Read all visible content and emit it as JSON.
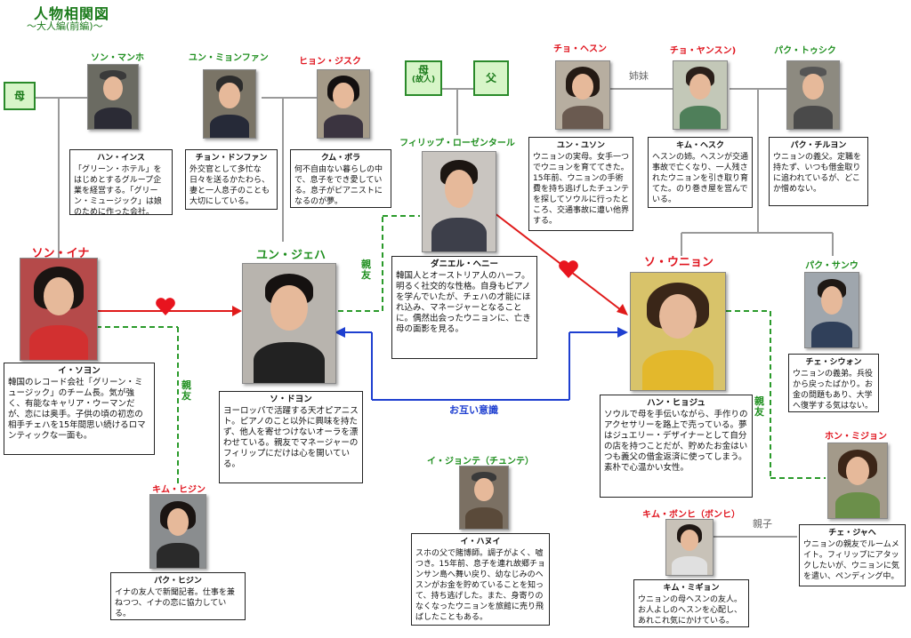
{
  "header": {
    "title": "人物相関図",
    "subtitle": "～大人編(前編)～"
  },
  "tags": {
    "mother_left": "母",
    "mother_dead": "母",
    "mother_dead_note": "(故人)",
    "father": "父"
  },
  "relations": {
    "sisters": "姉妹",
    "best_friend_1": "親友",
    "best_friend_2": "親友",
    "best_friend_3": "親友",
    "mutual": "お互い意識",
    "parent_child": "親子"
  },
  "colors": {
    "friend_line": "#2a9a2a",
    "love_line": "#e01a1a",
    "mutual_line": "#1e3fd0",
    "family_line": "#999999"
  },
  "people": {
    "son_manho": {
      "role": "ソン・マンホ",
      "actor": "ハン・インス",
      "desc": "「グリーン・ホテル」をはじめとするグループ企業を経営する。「グリーン・ミュージック」は娘のために作った会社。"
    },
    "yun_myonfan": {
      "role": "ユン・ミョンファン",
      "actor": "チョン・ドンファン",
      "desc": "外交官として多忙な日々を送るかたわら、妻と一人息子のことも大切にしている。"
    },
    "hyon_jisuku": {
      "role": "ヒョン・ジスク",
      "actor": "クム・ボラ",
      "desc": "何不自由ない暮らしの中で、息子をでき愛している。息子がピアニストになるのが夢。"
    },
    "philip": {
      "role": "フィリップ・ローゼンタール",
      "actor": "ダニエル・ヘニー",
      "desc": "韓国人とオーストリア人のハーフ。明るく社交的な性格。自身もピアノを学んでいたが、チェハの才能にほれ込み、マネージャーとなることに。偶然出会ったウニョンに、亡き母の面影を見る。"
    },
    "cho_hesun": {
      "role": "チョ・ヘスン",
      "actor": "ユン・ユソン",
      "desc": "ウニョンの実母。女手一つでウニョンを育ててきた。15年前、ウニョンの手術費を持ち逃げしたチュンテを探してソウルに行ったところ、交通事故に遭い他界する。"
    },
    "cho_yansun": {
      "role": "チョ・ヤンスン)",
      "actor": "キム・ヘスク",
      "desc": "ヘスンの姉。ヘスンが交通事故で亡くなり、一人残されたウニョンを引き取り育てた。のり巻き屋を営んでいる。"
    },
    "paku_toshiku": {
      "role": "パク・トゥシク",
      "actor": "パク・チルヨン",
      "desc": "ウニョンの義父。定職を持たず、いつも借金取りに追われているが、どこか憎めない。"
    },
    "son_ina": {
      "role": "ソン・イナ",
      "actor": "イ・ソヨン",
      "desc": "韓国のレコード会社「グリーン・ミュージック」のチーム長。気が強く、有能なキャリア・ウーマンだが、恋には奥手。子供の頃の初恋の相手チェハを15年間思い続けるロマンティックな一面も。"
    },
    "yun_jeha": {
      "role": "ユン・ジェハ",
      "actor": "ソ・ドヨン",
      "desc": "ヨーロッパで活躍する天才ピアニスト。ピアノのこと以外に興味を持たず、他人を寄せつけないオーラを漂わせている。親友でマネージャーのフィリップにだけは心を開いている。"
    },
    "so_unyon": {
      "role": "ソ・ウニョン",
      "actor": "ハン・ヒョジュ",
      "desc": "ソウルで母を手伝いながら、手作りのアクセサリーを路上で売っている。夢はジュエリー・デザイナーとして自分の店を持つことだが、貯めたお金はいつも義父の借金返済に使ってしまう。素朴で心温かい女性。"
    },
    "paku_sanun": {
      "role": "パク・サンウ",
      "actor": "チェ・シウォン",
      "desc": "ウニョンの義弟。兵役から戻ったばかり。お金の問題もあり、大学へ復学する気はない。"
    },
    "hon_mijon": {
      "role": "ホン・ミジョン",
      "actor": "チェ・ジャヘ",
      "desc": "ウニョンの親友でルームメイト。フィリップにアタックしたいが、ウニョンに気を遣い、ペンディング中。"
    },
    "kim_hijin": {
      "role": "キム・ヒジン",
      "actor": "パク・ヒジン",
      "desc": "イナの友人で新聞記者。仕事を兼ねつつ、イナの恋に協力している。"
    },
    "i_jonte": {
      "role": "イ・ジョンテ（チュンテ）",
      "actor": "イ・ハヌイ",
      "desc": "スホの父で賭博師。調子がよく、嘘つき。15年前、息子を連れ故郷チョンサン島へ舞い戻り、幼なじみのヘスンがお金を貯めていることを知って、持ち逃げした。また、身寄りのなくなったウニョンを旅館に売り飛ばしたこともある。"
    },
    "kim_bonhi": {
      "role": "キム・ボンヒ（ボンヒ）",
      "actor": "キム・ミギョン",
      "desc": "ウニョンの母ヘスンの友人。お人よしのヘスンを心配し、あれこれ気にかけている。"
    }
  }
}
